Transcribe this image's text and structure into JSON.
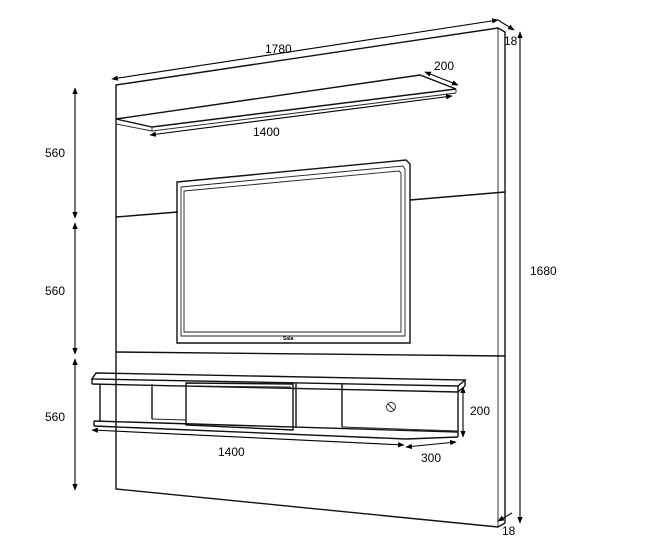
{
  "diagram": {
    "dimensions": {
      "panel_width": "1780",
      "panel_depth_top": "18",
      "panel_depth_bottom": "18",
      "panel_height": "1680",
      "shelf_depth": "200",
      "shelf_width": "1400",
      "section_top": "560",
      "section_middle": "560",
      "section_bottom": "560",
      "rack_height": "200",
      "rack_width": "1400",
      "rack_depth": "300"
    },
    "tv_brand": "Sala"
  }
}
